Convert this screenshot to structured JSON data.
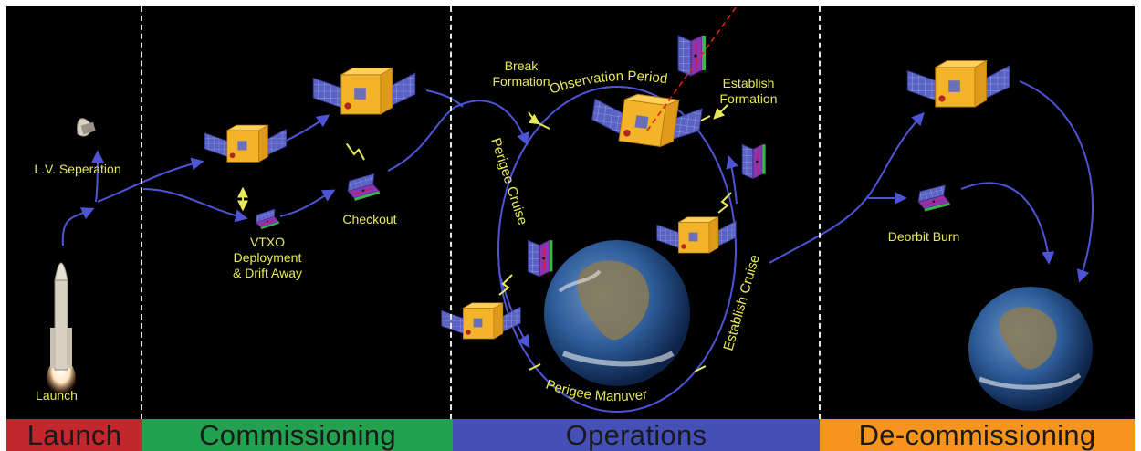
{
  "colors": {
    "background": "#000000",
    "label": "#e8e85a",
    "arrow": "#4d55d6",
    "launch": "#c1272d",
    "commissioning": "#22a24f",
    "operations": "#4450b6",
    "decommissioning": "#f7941d"
  },
  "phases": {
    "launch": "Launch",
    "commissioning": "Commissioning",
    "operations": "Operations",
    "decommissioning": "De-commissioning"
  },
  "labels": {
    "launch": "Launch",
    "lv_separation": "L.V. Seperation",
    "vtxo_line1": "VTXO",
    "vtxo_line2": "Deployment",
    "vtxo_line3": "& Drift Away",
    "checkout": "Checkout",
    "break_line1": "Break",
    "break_line2": "Formation",
    "establish_line1": "Establish",
    "establish_line2": "Formation",
    "observation_period": "Observation Period",
    "perigee_cruise": "Perigee Cruise",
    "establish_cruise": "Establish Cruise",
    "perigee_manuver": "Perigee Manuver",
    "deorbit_burn": "Deorbit Burn"
  },
  "icons": [
    "rocket-icon",
    "fairing-icon",
    "optics-satellite-icon",
    "detector-satellite-icon",
    "earth-icon",
    "link-zigzag-icon",
    "line-of-sight-icon"
  ]
}
